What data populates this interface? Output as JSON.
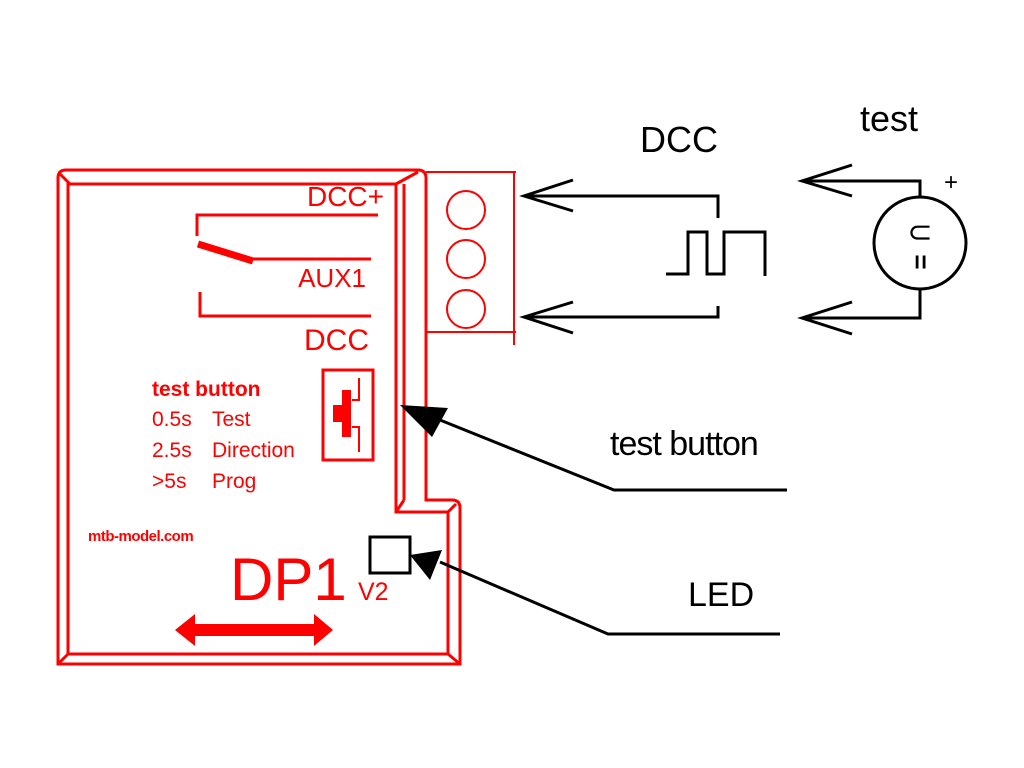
{
  "colors": {
    "board": "#ff0000",
    "wiring": "#000000",
    "background": "#ffffff"
  },
  "board": {
    "terminal_labels": [
      "DCC+",
      "AUX1",
      "DCC"
    ],
    "button_legend": {
      "title": "test button",
      "lines": [
        {
          "time": "0.5s",
          "action": "Test"
        },
        {
          "time": "2.5s",
          "action": "Direction"
        },
        {
          "time": ">5s",
          "action": "Prog"
        }
      ]
    },
    "website": "mtb-model.com",
    "model_name": "DP1",
    "model_version": "V2",
    "terminal_count": 3
  },
  "signals": {
    "dcc_label": "DCC",
    "test_label": "test",
    "test_polarity": "+",
    "source_symbol_top": "⊂",
    "source_symbol_bottom": "="
  },
  "callouts": {
    "test_button_label": "test button",
    "led_label": "LED"
  }
}
